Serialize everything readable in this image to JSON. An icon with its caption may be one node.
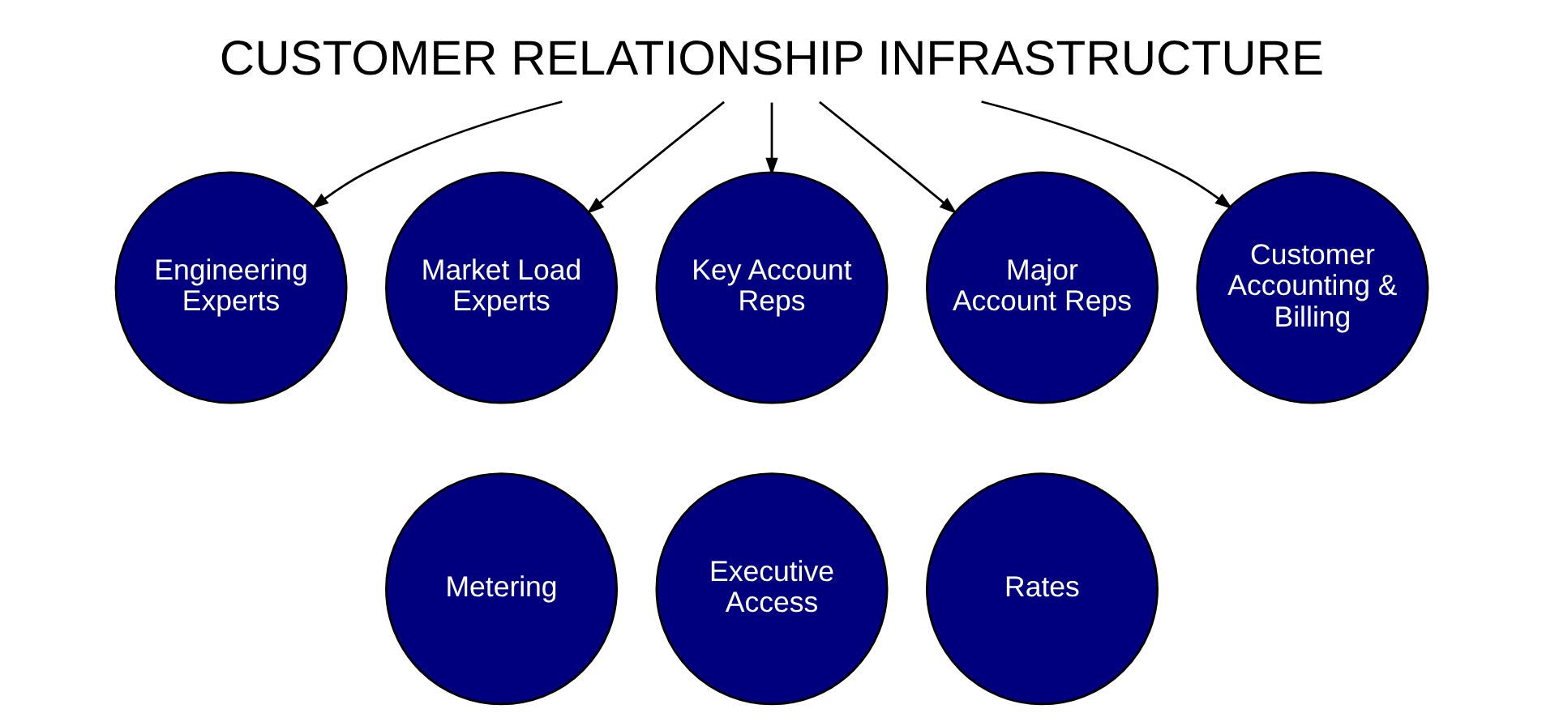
{
  "diagram": {
    "nodes": [
      {
        "text": [
          "CUSTOMER RELATIONSHIP INFRASTRUCTURE"
        ]
      },
      {
        "text": [
          "Engineering Experts"
        ]
      },
      {
        "text": [
          "Market Load Experts"
        ]
      },
      {
        "text": [
          "Key Account Reps"
        ]
      },
      {
        "text": [
          "Major Account Reps"
        ]
      },
      {
        "text": [
          "Customer Accounting & Billing"
        ]
      },
      {
        "text": [
          "Metering"
        ]
      },
      {
        "text": [
          "Executive Access"
        ]
      },
      {
        "text": [
          "Rates"
        ]
      }
    ],
    "edges": [
      {
        "from": 0,
        "to": 1,
        "arrow": "to"
      },
      {
        "from": 0,
        "to": 2,
        "arrow": "to"
      },
      {
        "from": 0,
        "to": 3,
        "arrow": "to"
      },
      {
        "from": 0,
        "to": 4,
        "arrow": "to"
      },
      {
        "from": 0,
        "to": 5,
        "arrow": "to"
      }
    ]
  }
}
